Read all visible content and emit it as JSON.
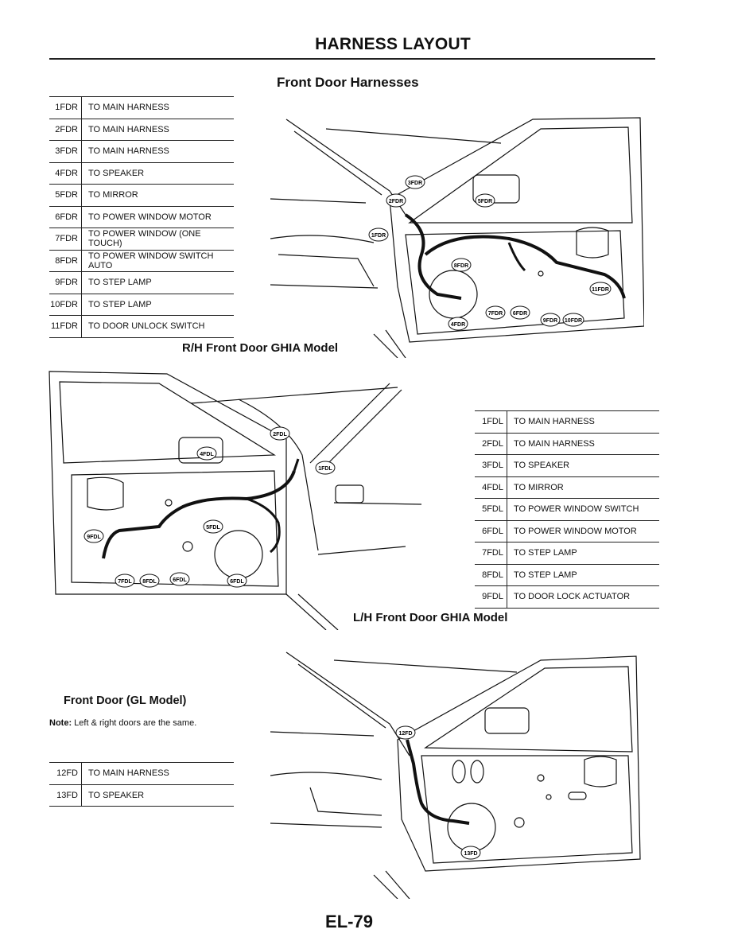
{
  "header": {
    "title": "HARNESS LAYOUT"
  },
  "section": {
    "title": "Front Door Harnesses"
  },
  "rh_ghia": {
    "caption": "R/H Front Door GHIA Model",
    "rows": [
      {
        "code": "1FDR",
        "desc": "TO MAIN HARNESS"
      },
      {
        "code": "2FDR",
        "desc": "TO MAIN HARNESS"
      },
      {
        "code": "3FDR",
        "desc": "TO MAIN HARNESS"
      },
      {
        "code": "4FDR",
        "desc": "TO SPEAKER"
      },
      {
        "code": "5FDR",
        "desc": "TO MIRROR"
      },
      {
        "code": "6FDR",
        "desc": "TO POWER WINDOW MOTOR"
      },
      {
        "code": "7FDR",
        "desc": "TO POWER WINDOW (ONE TOUCH)"
      },
      {
        "code": "8FDR",
        "desc": "TO POWER WINDOW SWITCH AUTO"
      },
      {
        "code": "9FDR",
        "desc": "TO STEP LAMP"
      },
      {
        "code": "10FDR",
        "desc": "TO STEP LAMP"
      },
      {
        "code": "11FDR",
        "desc": "TO DOOR UNLOCK SWITCH"
      }
    ],
    "diagram_labels": [
      "1FDR",
      "2FDR",
      "3FDR",
      "4FDR",
      "5FDR",
      "6FDR",
      "7FDR",
      "8FDR",
      "9FDR",
      "10FDR",
      "11FDR"
    ]
  },
  "lh_ghia": {
    "caption": "L/H Front Door GHIA Model",
    "rows": [
      {
        "code": "1FDL",
        "desc": "TO MAIN HARNESS"
      },
      {
        "code": "2FDL",
        "desc": "TO MAIN HARNESS"
      },
      {
        "code": "3FDL",
        "desc": "TO SPEAKER"
      },
      {
        "code": "4FDL",
        "desc": "TO MIRROR"
      },
      {
        "code": "5FDL",
        "desc": "TO POWER WINDOW SWITCH"
      },
      {
        "code": "6FDL",
        "desc": "TO POWER WINDOW MOTOR"
      },
      {
        "code": "7FDL",
        "desc": "TO STEP LAMP"
      },
      {
        "code": "8FDL",
        "desc": "TO STEP LAMP"
      },
      {
        "code": "9FDL",
        "desc": "TO DOOR LOCK ACTUATOR"
      }
    ],
    "diagram_labels": [
      "1FDL",
      "2FDL",
      "4FDL",
      "5FDL",
      "6FDL",
      "6FDL",
      "7FDL",
      "8FDL",
      "9FDL"
    ]
  },
  "gl": {
    "title": "Front Door (GL Model)",
    "note_label": "Note:",
    "note_text": "Left & right doors are the same.",
    "rows": [
      {
        "code": "12FD",
        "desc": "TO MAIN HARNESS"
      },
      {
        "code": "13FD",
        "desc": "TO SPEAKER"
      }
    ],
    "diagram_labels": [
      "12FD",
      "13FD"
    ]
  },
  "footer": {
    "page_number": "EL-79"
  }
}
